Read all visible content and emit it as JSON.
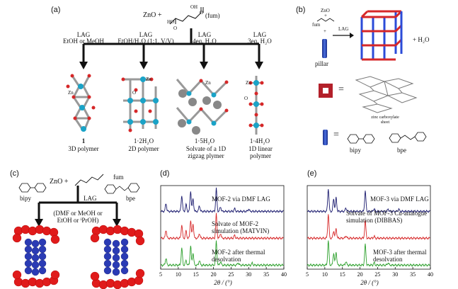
{
  "panel_a": {
    "label": "(a)",
    "reagent": "ZnO +",
    "fum": "(fum)",
    "oh_top": "OH",
    "ho": "HO",
    "o1": "O",
    "o2": "O",
    "conditions": [
      {
        "line1": "LAG",
        "line2": "EtOH or MeOH"
      },
      {
        "line1": "LAG",
        "line2": "EtOH/H₂O (1:1, V/V)"
      },
      {
        "line1": "LAG",
        "line2": "4eq. H₂O"
      },
      {
        "line1": "LAG",
        "line2": "3eq. H₂O"
      }
    ],
    "products": [
      {
        "id": "1",
        "desc": "3D polymer"
      },
      {
        "id": "1·2H₂O",
        "desc": "2D polymer"
      },
      {
        "id": "1·5H₂O",
        "desc": "Solvate of a 1D zigzag plymer"
      },
      {
        "id": "1·4H₂O",
        "desc": "1D linear polymer"
      }
    ],
    "atom_labels": [
      "Zn",
      "Zn",
      "O",
      "Zn",
      "Zn",
      "O"
    ]
  },
  "panel_b": {
    "label": "(b)",
    "zno": "ZnO",
    "fum": "fum",
    "plus": "+",
    "pillar": "pillar",
    "lag": "LAG",
    "h2o": "+ H₂O",
    "sheet": "zinc carboxylate sheet",
    "bipy": "bipy",
    "bpe": "bpe",
    "equals": "="
  },
  "panel_c": {
    "label": "(c)",
    "reagent": "ZnO +",
    "fum": "fum",
    "lag": "LAG",
    "bipy": "bipy",
    "bpe": "bpe",
    "solvents_line1": "(DMF or MeOH or",
    "solvents_line2": "EtOH or ⁱPrOH)"
  },
  "panel_d": {
    "label": "(d)",
    "traces": [
      {
        "name": "MOF-2 via DMF LAG",
        "color": "#1a1a6e"
      },
      {
        "name": "Solvate of MOF-2 simulation (MATVIN)",
        "color": "#d62728"
      },
      {
        "name": "MOF-2 after thermal desolvation",
        "color": "#2ca02c"
      }
    ],
    "xlabel": "2θ / (°)",
    "ticks": [
      "5",
      "10",
      "15",
      "20",
      "25",
      "30",
      "35",
      "40"
    ]
  },
  "panel_e": {
    "label": "(e)",
    "traces": [
      {
        "name": "MOF-3 via DMF LAG",
        "color": "#1a1a6e"
      },
      {
        "name": "Solvate of MOF-3 Cu-analogue simulation (DIBBAS)",
        "color": "#d62728"
      },
      {
        "name": "MOF-3 after thermal desolvation",
        "color": "#2ca02c"
      }
    ],
    "xlabel": "2θ / (°)",
    "ticks": [
      "5",
      "10",
      "15",
      "20",
      "25",
      "30",
      "35",
      "40"
    ]
  },
  "chart_data": [
    {
      "type": "line",
      "title": "",
      "xlabel": "2θ / (°)",
      "ylabel": "",
      "xlim": [
        5,
        40
      ],
      "series": [
        {
          "name": "MOF-2 via DMF LAG",
          "peaks": [
            [
              6.5,
              0.35
            ],
            [
              11,
              0.7
            ],
            [
              12.2,
              0.3
            ],
            [
              13.5,
              0.9
            ],
            [
              14.2,
              0.55
            ],
            [
              16,
              0.25
            ],
            [
              20.8,
              1.0
            ],
            [
              22,
              0.2
            ],
            [
              26,
              0.12
            ],
            [
              30,
              0.1
            ]
          ]
        },
        {
          "name": "Solvate of MOF-2 simulation (MATVIN)",
          "peaks": [
            [
              6.5,
              0.35
            ],
            [
              11,
              0.55
            ],
            [
              12.2,
              0.3
            ],
            [
              13.5,
              0.75
            ],
            [
              14.2,
              0.6
            ],
            [
              16,
              0.2
            ],
            [
              20.8,
              1.0
            ],
            [
              22,
              0.2
            ],
            [
              26,
              0.12
            ]
          ]
        },
        {
          "name": "MOF-2 after thermal desolvation",
          "peaks": [
            [
              6.5,
              0.3
            ],
            [
              11,
              0.7
            ],
            [
              12.2,
              0.2
            ],
            [
              13.5,
              0.8
            ],
            [
              14.2,
              0.5
            ],
            [
              16,
              0.2
            ],
            [
              20.8,
              1.0
            ],
            [
              22,
              0.15
            ],
            [
              27,
              0.1
            ],
            [
              31,
              0.08
            ]
          ]
        }
      ]
    },
    {
      "type": "line",
      "title": "",
      "xlabel": "2θ / (°)",
      "ylabel": "",
      "xlim": [
        5,
        40
      ],
      "series": [
        {
          "name": "MOF-3 via DMF LAG",
          "peaks": [
            [
              11,
              1.0
            ],
            [
              12.5,
              0.55
            ],
            [
              13.2,
              0.6
            ],
            [
              16,
              0.15
            ],
            [
              21.5,
              0.9
            ],
            [
              24,
              0.12
            ],
            [
              28,
              0.1
            ],
            [
              31,
              0.1
            ]
          ]
        },
        {
          "name": "Solvate of MOF-3 Cu-analogue simulation (DIBBAS)",
          "peaks": [
            [
              11,
              1.0
            ],
            [
              12.5,
              0.3
            ],
            [
              13.2,
              0.4
            ],
            [
              16,
              0.1
            ],
            [
              21.5,
              0.7
            ],
            [
              24,
              0.08
            ]
          ]
        },
        {
          "name": "MOF-3 after thermal desolvation",
          "peaks": [
            [
              11,
              1.0
            ],
            [
              12.5,
              0.5
            ],
            [
              13.2,
              0.55
            ],
            [
              16,
              0.15
            ],
            [
              21.5,
              0.85
            ],
            [
              24,
              0.1
            ],
            [
              28,
              0.1
            ]
          ]
        }
      ]
    }
  ]
}
